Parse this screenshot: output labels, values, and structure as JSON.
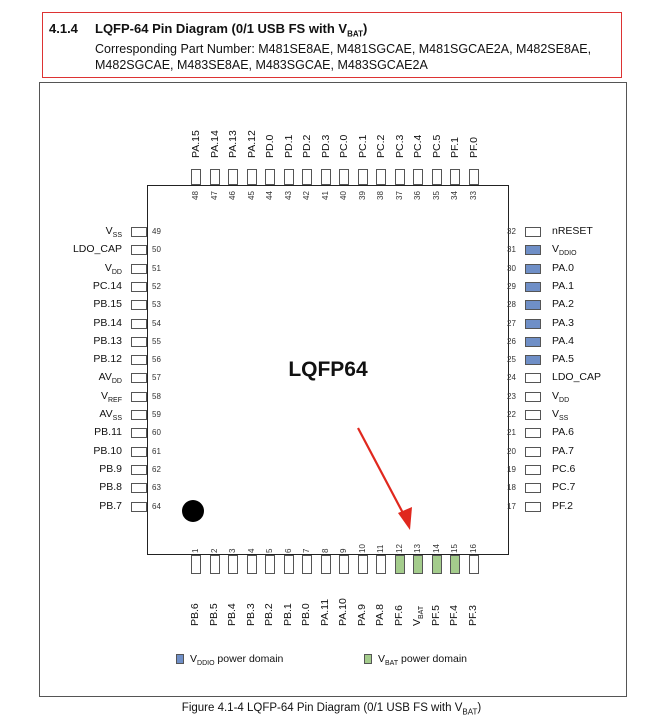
{
  "header": {
    "section": "4.1.4",
    "title": "LQFP-64 Pin Diagram (0/1 USB FS with V",
    "title_sub": "BAT",
    "title_end": ")",
    "parts_line1": "Corresponding Part Number: M481SE8AE, M481SGCAE, M481SGCAE2A, M482SE8AE,",
    "parts_line2": "M482SGCAE, M483SE8AE, M483SGCAE, M483SGCAE2A"
  },
  "chip": {
    "label": "LQFP64"
  },
  "pins": {
    "top": [
      {
        "num": "48",
        "name": "PA.15"
      },
      {
        "num": "47",
        "name": "PA.14"
      },
      {
        "num": "46",
        "name": "PA.13"
      },
      {
        "num": "45",
        "name": "PA.12"
      },
      {
        "num": "44",
        "name": "PD.0"
      },
      {
        "num": "43",
        "name": "PD.1"
      },
      {
        "num": "42",
        "name": "PD.2"
      },
      {
        "num": "41",
        "name": "PD.3"
      },
      {
        "num": "40",
        "name": "PC.0"
      },
      {
        "num": "39",
        "name": "PC.1"
      },
      {
        "num": "38",
        "name": "PC.2"
      },
      {
        "num": "37",
        "name": "PC.3"
      },
      {
        "num": "36",
        "name": "PC.4"
      },
      {
        "num": "35",
        "name": "PC.5"
      },
      {
        "num": "34",
        "name": "PF.1"
      },
      {
        "num": "33",
        "name": "PF.0"
      }
    ],
    "left": [
      {
        "num": "49",
        "name": "V",
        "sub": "SS"
      },
      {
        "num": "50",
        "name": "LDO_CAP"
      },
      {
        "num": "51",
        "name": "V",
        "sub": "DD"
      },
      {
        "num": "52",
        "name": "PC.14"
      },
      {
        "num": "53",
        "name": "PB.15"
      },
      {
        "num": "54",
        "name": "PB.14"
      },
      {
        "num": "55",
        "name": "PB.13"
      },
      {
        "num": "56",
        "name": "PB.12"
      },
      {
        "num": "57",
        "name": "AV",
        "sub": "DD"
      },
      {
        "num": "58",
        "name": "V",
        "sub": "REF"
      },
      {
        "num": "59",
        "name": "AV",
        "sub": "SS"
      },
      {
        "num": "60",
        "name": "PB.11"
      },
      {
        "num": "61",
        "name": "PB.10"
      },
      {
        "num": "62",
        "name": "PB.9"
      },
      {
        "num": "63",
        "name": "PB.8"
      },
      {
        "num": "64",
        "name": "PB.7"
      }
    ],
    "right": [
      {
        "num": "32",
        "name": "nRESET",
        "domain": ""
      },
      {
        "num": "31",
        "name": "V",
        "sub": "DDIO",
        "domain": "vddio"
      },
      {
        "num": "30",
        "name": "PA.0",
        "domain": "vddio"
      },
      {
        "num": "29",
        "name": "PA.1",
        "domain": "vddio"
      },
      {
        "num": "28",
        "name": "PA.2",
        "domain": "vddio"
      },
      {
        "num": "27",
        "name": "PA.3",
        "domain": "vddio"
      },
      {
        "num": "26",
        "name": "PA.4",
        "domain": "vddio"
      },
      {
        "num": "25",
        "name": "PA.5",
        "domain": "vddio"
      },
      {
        "num": "24",
        "name": "LDO_CAP",
        "domain": ""
      },
      {
        "num": "23",
        "name": "V",
        "sub": "DD",
        "domain": ""
      },
      {
        "num": "22",
        "name": "V",
        "sub": "SS",
        "domain": ""
      },
      {
        "num": "21",
        "name": "PA.6",
        "domain": ""
      },
      {
        "num": "20",
        "name": "PA.7",
        "domain": ""
      },
      {
        "num": "19",
        "name": "PC.6",
        "domain": ""
      },
      {
        "num": "18",
        "name": "PC.7",
        "domain": ""
      },
      {
        "num": "17",
        "name": "PF.2",
        "domain": ""
      }
    ],
    "bottom": [
      {
        "num": "1",
        "name": "PB.6",
        "domain": ""
      },
      {
        "num": "2",
        "name": "PB.5",
        "domain": ""
      },
      {
        "num": "3",
        "name": "PB.4",
        "domain": ""
      },
      {
        "num": "4",
        "name": "PB.3",
        "domain": ""
      },
      {
        "num": "5",
        "name": "PB.2",
        "domain": ""
      },
      {
        "num": "6",
        "name": "PB.1",
        "domain": ""
      },
      {
        "num": "7",
        "name": "PB.0",
        "domain": ""
      },
      {
        "num": "8",
        "name": "PA.11",
        "domain": ""
      },
      {
        "num": "9",
        "name": "PA.10",
        "domain": ""
      },
      {
        "num": "10",
        "name": "PA.9",
        "domain": ""
      },
      {
        "num": "11",
        "name": "PA.8",
        "domain": ""
      },
      {
        "num": "12",
        "name": "PF.6",
        "domain": "vbat"
      },
      {
        "num": "13",
        "name": "V",
        "sub": "BAT",
        "domain": "vbat"
      },
      {
        "num": "14",
        "name": "PF.5",
        "domain": "vbat"
      },
      {
        "num": "15",
        "name": "PF.4",
        "domain": "vbat"
      },
      {
        "num": "16",
        "name": "PF.3",
        "domain": ""
      }
    ]
  },
  "legend": {
    "vddio": {
      "pre": "V",
      "sub": "DDIO",
      "post": " power domain",
      "color": "#6f8fc7"
    },
    "vbat": {
      "pre": "V",
      "sub": "BAT",
      "post": " power domain",
      "color": "#a4cc8c"
    }
  },
  "caption": {
    "pre": "Figure 4.1-4 LQFP-64 Pin Diagram (0/1 USB FS with V",
    "sub": "BAT",
    "post": ")"
  },
  "annotation": {
    "arrow_color": "#e0281e"
  }
}
